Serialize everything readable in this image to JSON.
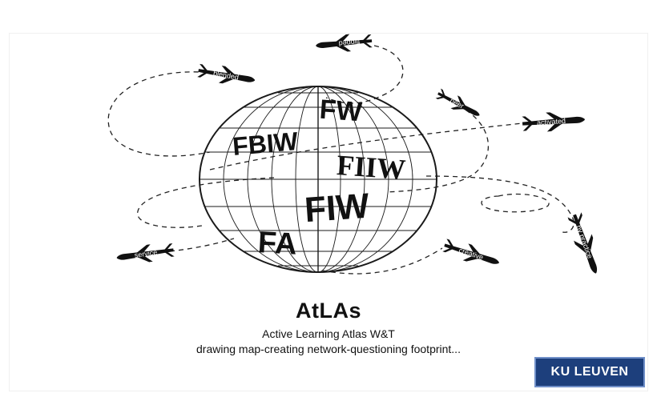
{
  "globe_labels": [
    "FW",
    "FBIW",
    "FIIW",
    "FIW",
    "FA"
  ],
  "plane_labels": [
    "flipped",
    "blended",
    "peer",
    "activated",
    "service",
    "creative",
    "by practice"
  ],
  "title": "AtLAs",
  "subtitle": "Active Learning Atlas W&T",
  "tagline": "drawing map-creating network-questioning footprint...",
  "logo_text": "KU LEUVEN",
  "colors": {
    "ink": "#111111",
    "logo_bg": "#1d3f7c"
  }
}
